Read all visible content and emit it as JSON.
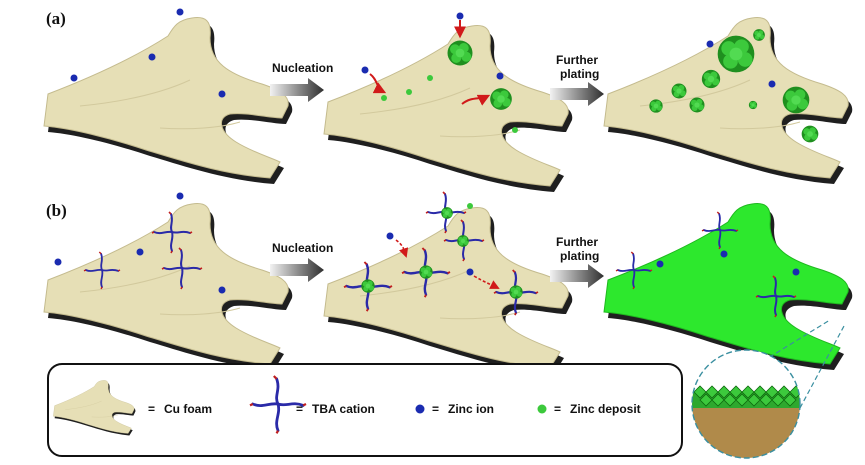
{
  "rows": {
    "a": {
      "label": "(a)"
    },
    "b": {
      "label": "(b)"
    }
  },
  "arrows": {
    "nucleation": "Nucleation",
    "further_line1": "Further",
    "further_line2": "plating"
  },
  "legend": {
    "eq": "=",
    "cu_foam": "Cu foam",
    "tba_cation": "TBA cation",
    "zinc_ion": "Zinc ion",
    "zinc_deposit": "Zinc deposit"
  },
  "colors": {
    "foam": "#e6dfb6",
    "foam_edge": "#c4bb8e",
    "foam_shadow": "#1f1f1f",
    "zinc_ion": "#1a2bb0",
    "zinc_deposit": "#3cc93c",
    "zinc_cluster": "#2aa52a",
    "tba": "#2a2aa8",
    "arrow_red": "#d11a1a",
    "plated": "#2de82d"
  }
}
